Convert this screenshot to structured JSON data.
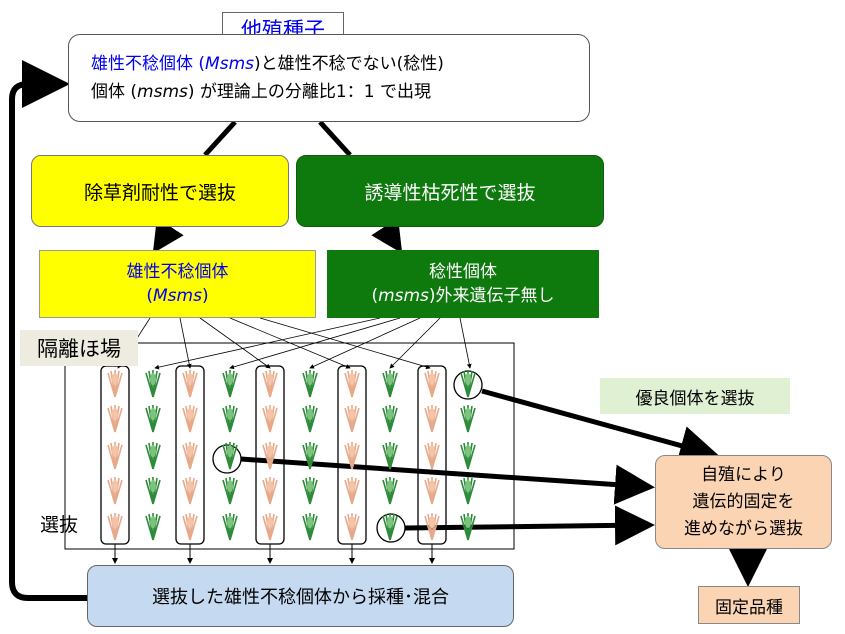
{
  "title": "他殖種子",
  "top_box": {
    "line1_blue": "雄性不稔個体 (",
    "line1_italic": "Msms",
    "line1_rest": ")と雄性不稔でない(稔性)",
    "line2_a": "個体 (",
    "line2_italic": "msms",
    "line2_b": ") が理論上の分離比1：1 で出現"
  },
  "herbicide_selection": "除草剤耐性で選抜",
  "induced_selection": "誘導性枯死性で選抜",
  "male_sterile_box": {
    "line1": "雄性不稔個体",
    "line2_open": "(",
    "line2_italic": "Msms",
    "line2_close": ")"
  },
  "fertile_box": {
    "line1": "稔性個体",
    "line2_open": "(",
    "line2_italic": "msms",
    "line2_rest": ")外来遺伝子無し"
  },
  "isolated_field": "隔離ほ場",
  "selection_label": "選抜",
  "good_individuals": "優良個体を選抜",
  "self_pollination_box": {
    "line1": "自殖により",
    "line2": "遺伝的固定を",
    "line3": "進めながら選抜"
  },
  "fixed_variety": "固定品種",
  "seed_collection": "選抜した雄性不稔個体から採種･混合",
  "colors": {
    "yellow": "#ffff00",
    "green": "#0e7a0e",
    "blue_text": "#0000ee",
    "peach": "#fbd4b4",
    "light_blue": "#c5d9f1",
    "plant_sterile": "#e8a98a",
    "plant_fertile": "#2e8b3a"
  },
  "field_columns": [
    "sterile",
    "fertile",
    "sterile",
    "fertile",
    "sterile",
    "fertile",
    "sterile",
    "fertile",
    "sterile",
    "fertile",
    "sterile",
    "fertile"
  ]
}
